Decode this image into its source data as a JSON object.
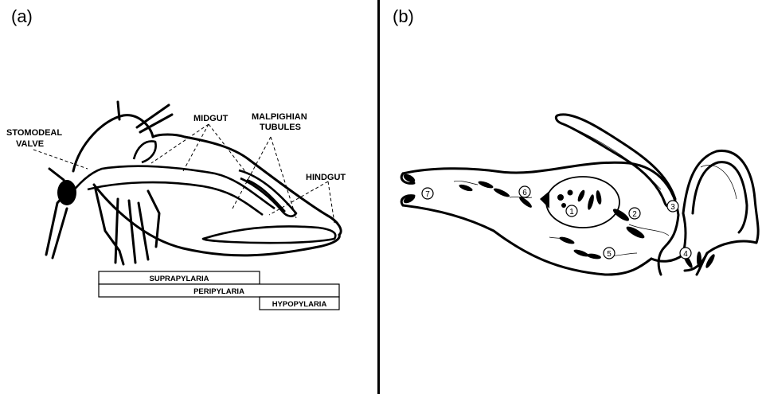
{
  "panels": {
    "a": {
      "letter": "(a)"
    },
    "b": {
      "letter": "(b)"
    }
  },
  "labels_a": {
    "stomodeal_line1": "STOMODEAL",
    "stomodeal_line2": "VALVE",
    "midgut": "MIDGUT",
    "malpighian_line1": "MALPIGHIAN",
    "malpighian_line2": "TUBULES",
    "hindgut": "HINDGUT"
  },
  "bars": {
    "suprapylaria": "SUPRAPYLARIA",
    "peripylaria": "PERIPYLARIA",
    "hypopylaria": "HYPOPYLARIA"
  },
  "region_markers_b": [
    "1",
    "2",
    "3",
    "4",
    "5",
    "6",
    "7"
  ]
}
